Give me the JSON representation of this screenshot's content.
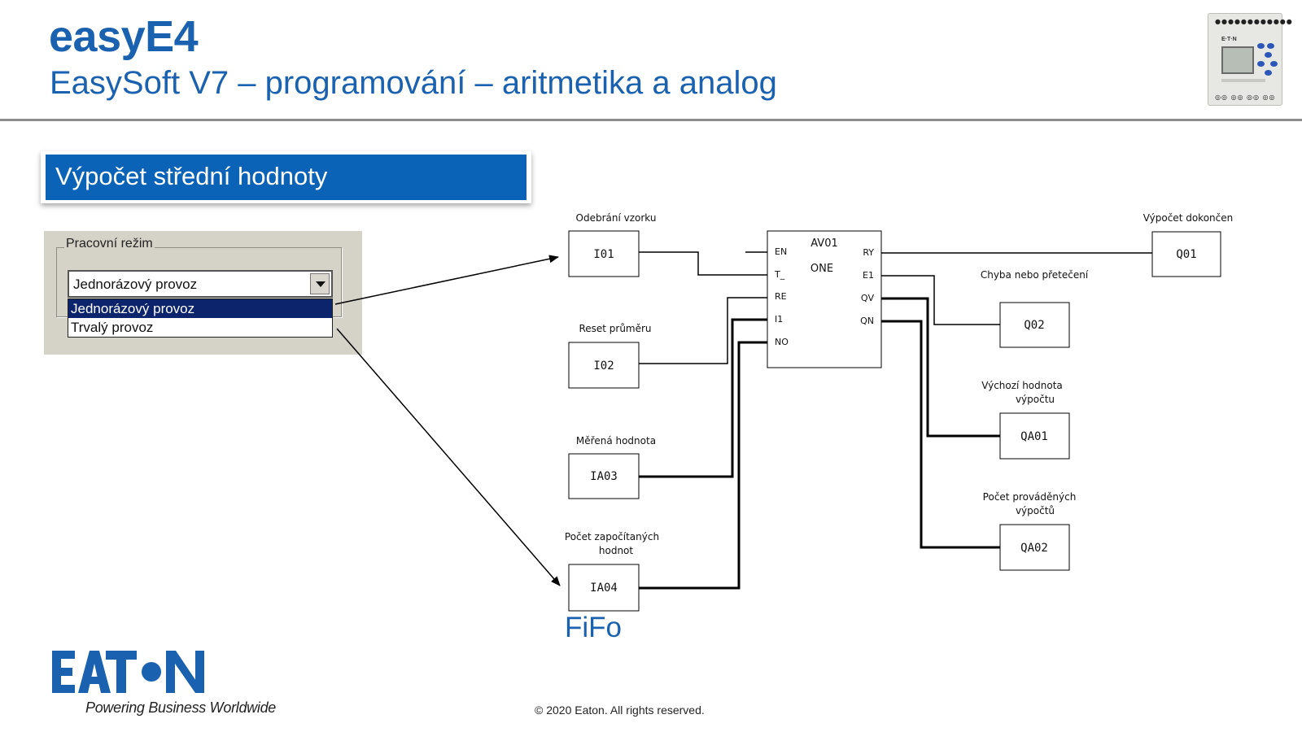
{
  "header": {
    "title": "easyE4",
    "subtitle": "EasySoft V7 – programování – aritmetika a analog"
  },
  "device": {
    "brand": "E·T·N",
    "terminals_top": "●●●●●●●●●●●●",
    "terminals_bottom": "◎◎ ◎◎ ◎◎ ◎◎"
  },
  "section": {
    "title": "Výpočet střední hodnoty"
  },
  "mode_panel": {
    "legend": "Pracovní režim",
    "selected_value": "Jednorázový provoz",
    "options": [
      "Jednorázový provoz",
      "Trvalý provoz"
    ]
  },
  "diagram": {
    "inputs": [
      {
        "id": "I01",
        "label": "Odebrání vzorku"
      },
      {
        "id": "I02",
        "label": "Reset průměru"
      },
      {
        "id": "IA03",
        "label": "Měřená hodnota"
      },
      {
        "id": "IA04",
        "label_line1": "Počet započítaných",
        "label_line2": "hodnot"
      }
    ],
    "function_block": {
      "name": "AV01",
      "mode": "ONE",
      "pins_in": [
        "EN",
        "T_",
        "RE",
        "I1",
        "NO"
      ],
      "pins_out": [
        "RY",
        "E1",
        "QV",
        "QN"
      ]
    },
    "outputs": [
      {
        "id": "Q01",
        "label": "Výpočet dokončen"
      },
      {
        "id": "Q02",
        "label": "Chyba nebo přetečení"
      },
      {
        "id": "QA01",
        "label_line1": "Výchozí hodnota",
        "label_line2": "výpočtu"
      },
      {
        "id": "QA02",
        "label_line1": "Počet prováděných",
        "label_line2": "výpočtů"
      }
    ]
  },
  "fifo_label": "FiFo",
  "footer": {
    "logo_text": "EATON",
    "tagline": "Powering Business Worldwide",
    "copyright": "© 2020 Eaton. All rights reserved."
  },
  "colors": {
    "eaton_blue": "#1a62b0",
    "section_blue": "#0b63b8",
    "selection_navy": "#0b246b",
    "panel_gray": "#d5d2c8"
  }
}
